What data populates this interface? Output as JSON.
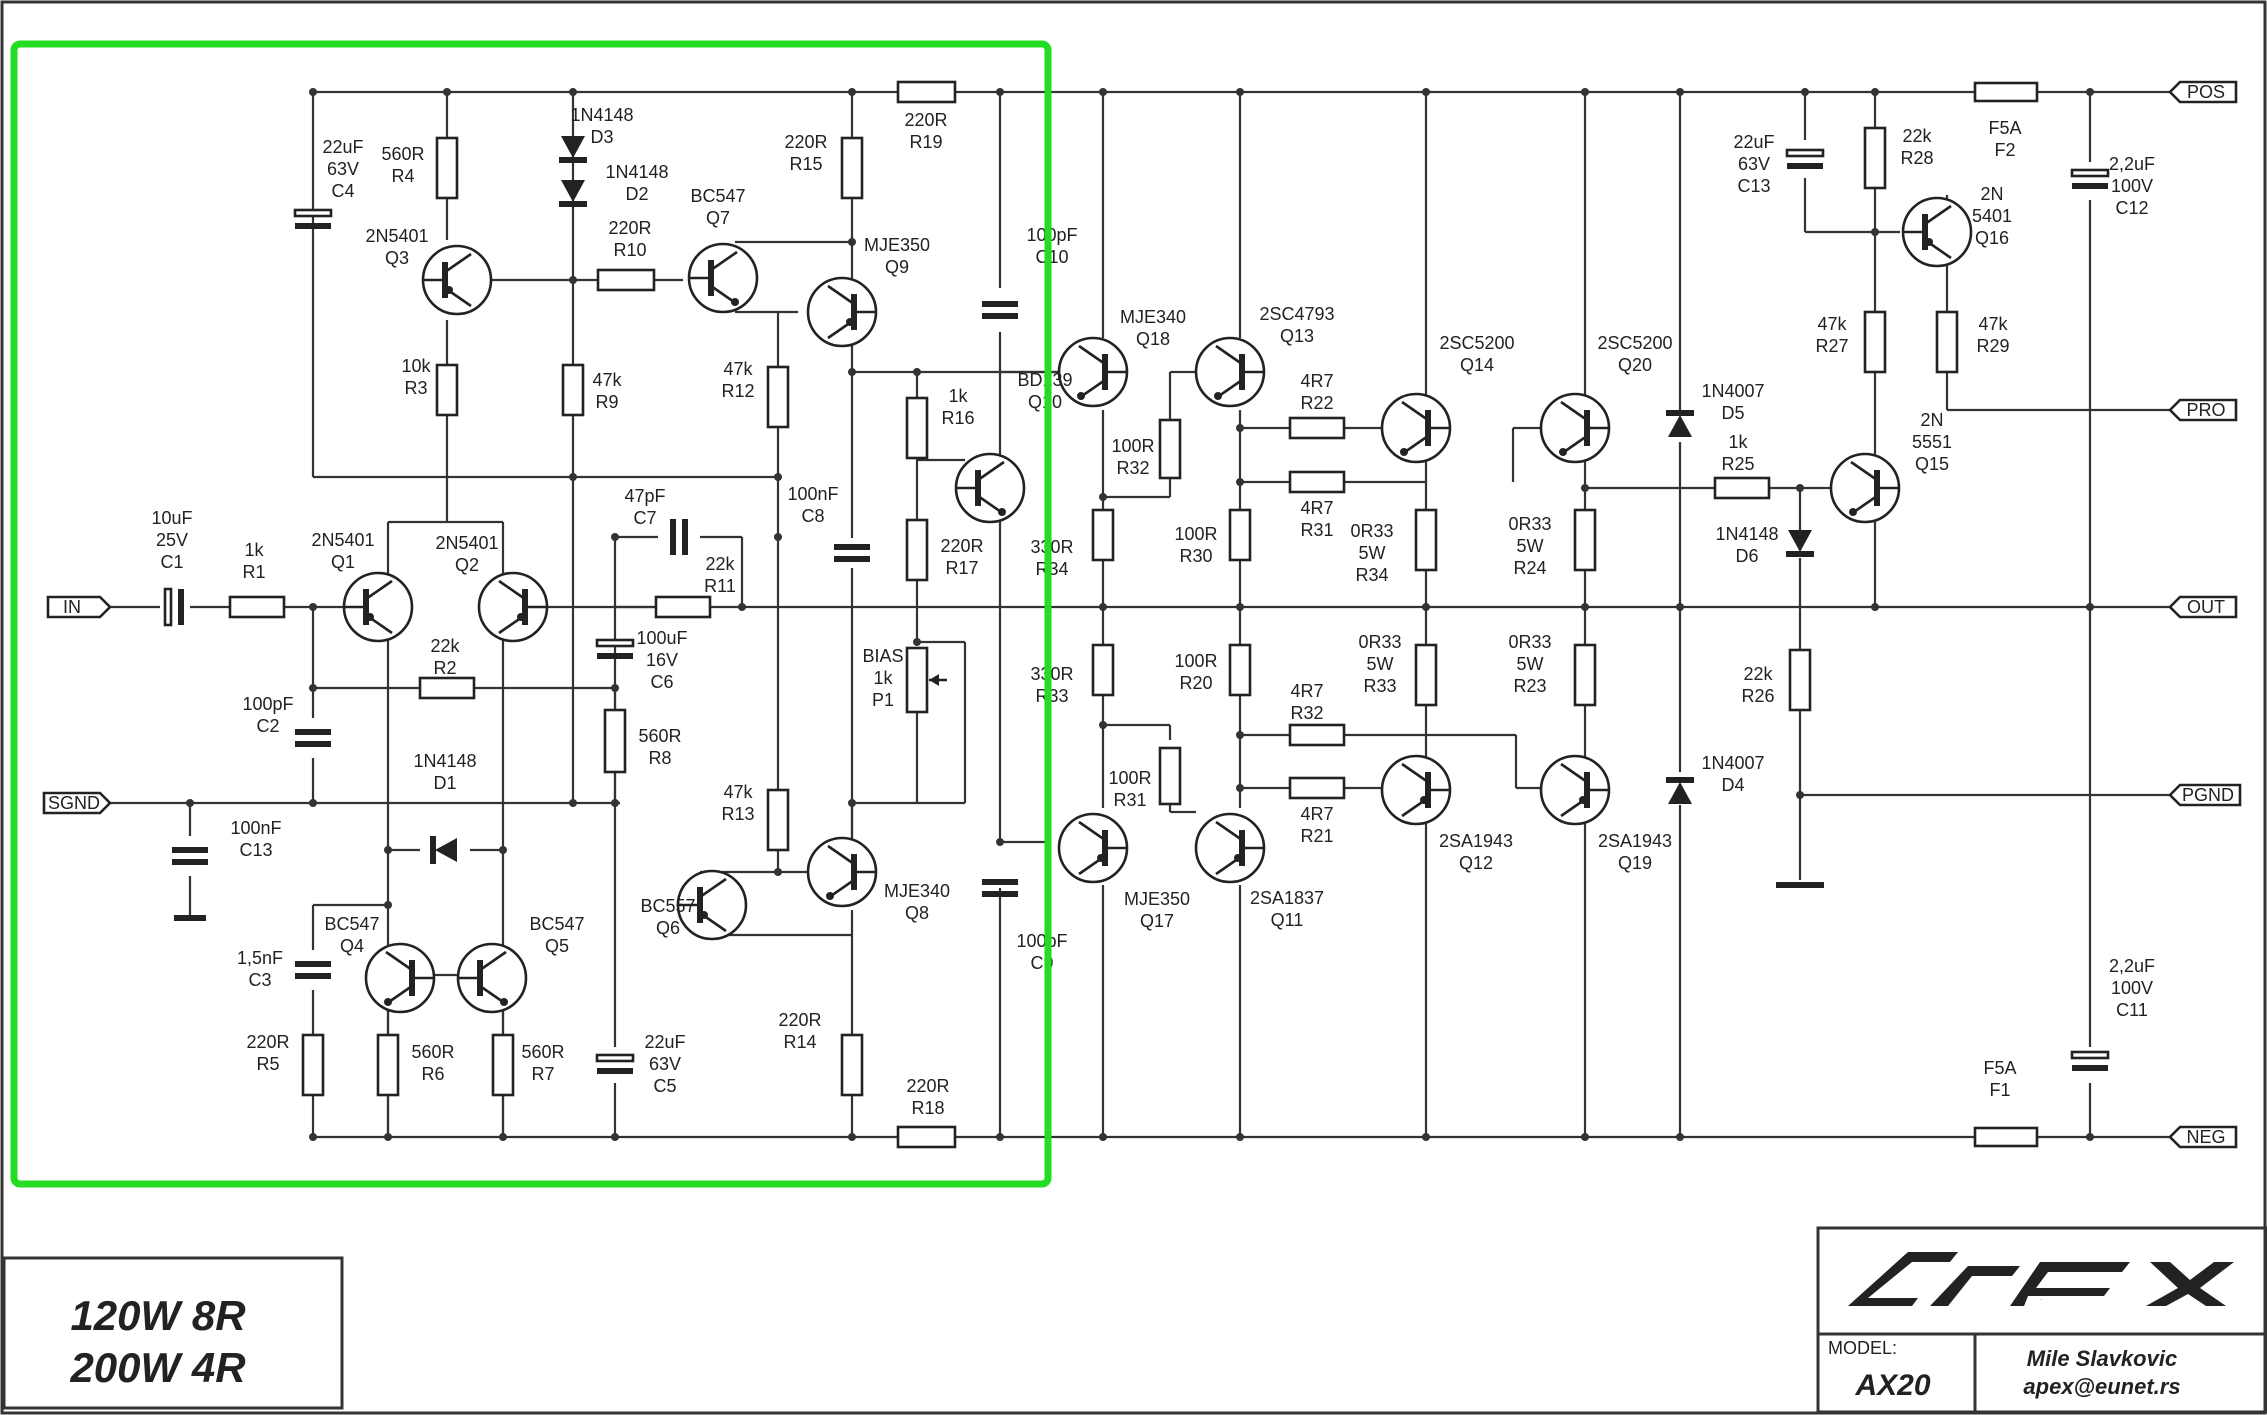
{
  "ports": {
    "in": "IN",
    "sgnd": "SGND",
    "pos": "POS",
    "pro": "PRO",
    "out": "OUT",
    "pgnd": "PGND",
    "neg": "NEG"
  },
  "components": {
    "c1": [
      "10uF",
      "25V",
      "C1"
    ],
    "r1": [
      "1k",
      "R1"
    ],
    "c2": [
      "100pF",
      "C2"
    ],
    "c13a": [
      "100nF",
      "C13"
    ],
    "q1": [
      "2N5401",
      "Q1"
    ],
    "q2": [
      "2N5401",
      "Q2"
    ],
    "r2": [
      "22k",
      "R2"
    ],
    "d1": [
      "1N4148",
      "D1"
    ],
    "c3": [
      "1,5nF",
      "C3"
    ],
    "r5": [
      "220R",
      "R5"
    ],
    "q4": [
      "BC547",
      "Q4"
    ],
    "q5": [
      "BC547",
      "Q5"
    ],
    "r6": [
      "560R",
      "R6"
    ],
    "r7": [
      "560R",
      "R7"
    ],
    "c4": [
      "22uF",
      "63V",
      "C4"
    ],
    "r4": [
      "560R",
      "R4"
    ],
    "q3": [
      "2N5401",
      "Q3"
    ],
    "r3": [
      "10k",
      "R3"
    ],
    "d3": [
      "1N4148",
      "D3"
    ],
    "d2": [
      "1N4148",
      "D2"
    ],
    "r10": [
      "220R",
      "R10"
    ],
    "r9": [
      "47k",
      "R9"
    ],
    "q7": [
      "BC547",
      "Q7"
    ],
    "r15": [
      "220R",
      "R15"
    ],
    "r19": [
      "220R",
      "R19"
    ],
    "q9": [
      "MJE350",
      "Q9"
    ],
    "r12": [
      "47k",
      "R12"
    ],
    "c7": [
      "47pF",
      "C7"
    ],
    "r11": [
      "22k",
      "R11"
    ],
    "c6": [
      "100uF",
      "16V",
      "C6"
    ],
    "r8": [
      "560R",
      "R8"
    ],
    "c5": [
      "22uF",
      "63V",
      "C5"
    ],
    "c8": [
      "100nF",
      "C8"
    ],
    "r16": [
      "1k",
      "R16"
    ],
    "q10": [
      "BD139",
      "Q10"
    ],
    "r17": [
      "220R",
      "R17"
    ],
    "p1": [
      "BIAS",
      "1k",
      "P1"
    ],
    "r13": [
      "47k",
      "R13"
    ],
    "q6": [
      "BC557",
      "Q6"
    ],
    "q8": [
      "MJE340",
      "Q8"
    ],
    "r14": [
      "220R",
      "R14"
    ],
    "r18": [
      "220R",
      "R18"
    ],
    "c10": [
      "100pF",
      "C10"
    ],
    "c9": [
      "100pF",
      "C9"
    ],
    "q18": [
      "MJE340",
      "Q18"
    ],
    "r32a": [
      "100R",
      "R32"
    ],
    "r34a": [
      "330R",
      "R34"
    ],
    "r33a": [
      "330R",
      "R33"
    ],
    "r31a": [
      "100R",
      "R31"
    ],
    "q17": [
      "MJE350",
      "Q17"
    ],
    "q13": [
      "2SC4793",
      "Q13"
    ],
    "r30": [
      "100R",
      "R30"
    ],
    "r20": [
      "100R",
      "R20"
    ],
    "q11": [
      "2SA1837",
      "Q11"
    ],
    "r22": [
      "4R7",
      "R22"
    ],
    "r31b": [
      "4R7",
      "R31"
    ],
    "r32b": [
      "4R7",
      "R32"
    ],
    "r21": [
      "4R7",
      "R21"
    ],
    "q14": [
      "2SC5200",
      "Q14"
    ],
    "r34b": [
      "0R33",
      "5W",
      "R34"
    ],
    "r33b": [
      "0R33",
      "5W",
      "R33"
    ],
    "q12": [
      "2SA1943",
      "Q12"
    ],
    "q20": [
      "2SC5200",
      "Q20"
    ],
    "r24": [
      "0R33",
      "5W",
      "R24"
    ],
    "r23": [
      "0R33",
      "5W",
      "R23"
    ],
    "q19": [
      "2SA1943",
      "Q19"
    ],
    "d5": [
      "1N4007",
      "D5"
    ],
    "d4": [
      "1N4007",
      "D4"
    ],
    "r25": [
      "1k",
      "R25"
    ],
    "d6": [
      "1N4148",
      "D6"
    ],
    "r26": [
      "22k",
      "R26"
    ],
    "c13b": [
      "22uF",
      "63V",
      "C13"
    ],
    "r28": [
      "22k",
      "R28"
    ],
    "q16": [
      "2N",
      "5401",
      "Q16"
    ],
    "r27": [
      "47k",
      "R27"
    ],
    "r29": [
      "47k",
      "R29"
    ],
    "q15": [
      "2N",
      "5551",
      "Q15"
    ],
    "f2": [
      "F5A",
      "F2"
    ],
    "f1": [
      "F5A",
      "F1"
    ],
    "c12": [
      "2,2uF",
      "100V",
      "C12"
    ],
    "c11": [
      "2,2uF",
      "100V",
      "C11"
    ]
  },
  "power_box": {
    "line1": "120W 8R",
    "line2": "200W 4R"
  },
  "title_block": {
    "logo": "APEX",
    "model_label": "MODEL:",
    "model": "AX20",
    "author": "Mile Slavkovic",
    "email": "apex@eunet.rs"
  },
  "colors": {
    "highlight": "#22dd22",
    "ink": "#222222"
  }
}
